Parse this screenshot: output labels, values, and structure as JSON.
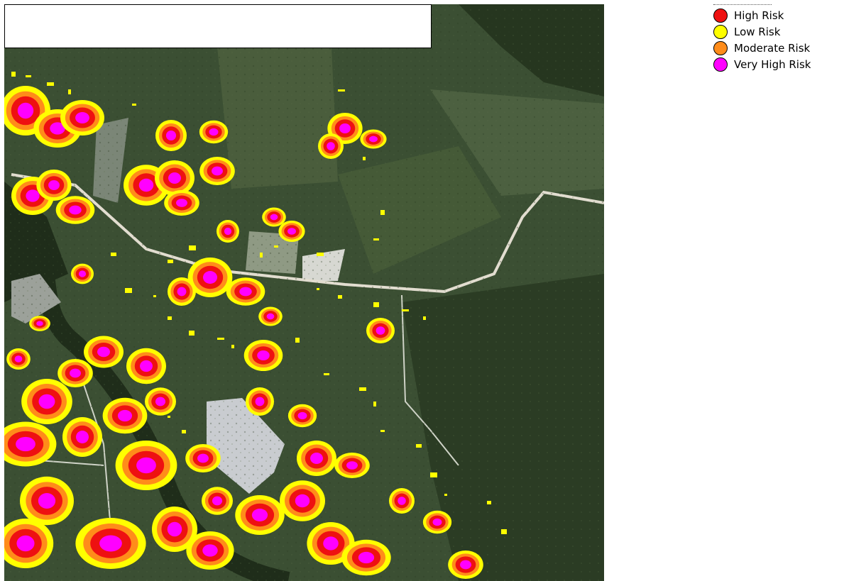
{
  "map": {
    "title_box_text": "",
    "colors": {
      "imagery_base": "#3b4f33",
      "forest": "#26361f",
      "pasture": "#4a5d3c",
      "crop_field": "#2f4322",
      "bare_field": "#c9ccd0",
      "road": "#e2ddd0",
      "river": "#1f2d1a"
    }
  },
  "legend": {
    "items": [
      {
        "label": "High Risk",
        "color": "#ee1111"
      },
      {
        "label": "Low Risk",
        "color": "#ffff00"
      },
      {
        "label": "Moderate Risk",
        "color": "#ff8c1a"
      },
      {
        "label": "Very High Risk",
        "color": "#ff00ff"
      }
    ]
  }
}
